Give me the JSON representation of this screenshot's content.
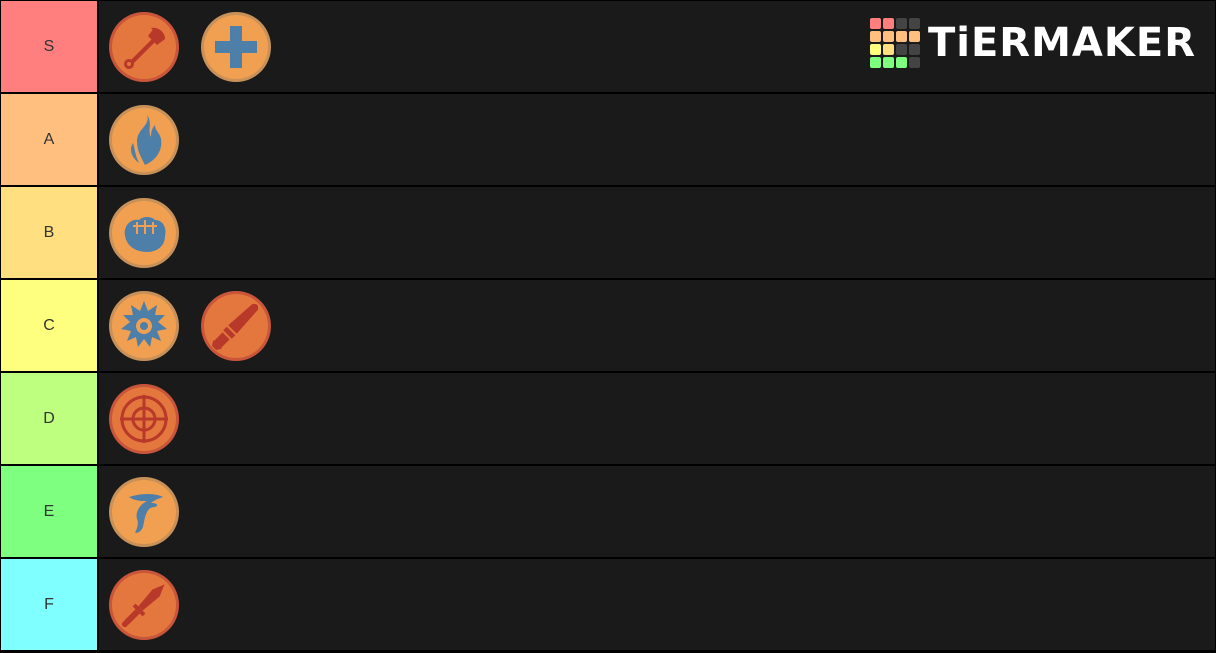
{
  "brand": {
    "name": "TiERMAKER",
    "grid_colors": [
      [
        "#ff7f7f",
        "#ff7f7f",
        "#444444",
        "#444444"
      ],
      [
        "#ffbf7f",
        "#ffbf7f",
        "#ffbf7f",
        "#ffbf7f"
      ],
      [
        "#ffff7f",
        "#ffdf7f",
        "#444444",
        "#444444"
      ],
      [
        "#7fff7f",
        "#7fff7f",
        "#7fff7f",
        "#444444"
      ]
    ]
  },
  "colors": {
    "orange_bg": "#f0a050",
    "orange_ring": "#c8915a",
    "red_bg": "#e3773d",
    "red_ring": "#c9553a",
    "blue_icon": "#4d7fa8",
    "red_icon": "#b8382a"
  },
  "tiers": [
    {
      "label": "S",
      "color": "#ff7f7f",
      "items": [
        {
          "name": "engineer-icon",
          "style": "red"
        },
        {
          "name": "medic-icon",
          "style": "orange"
        }
      ]
    },
    {
      "label": "A",
      "color": "#ffbf7f",
      "items": [
        {
          "name": "pyro-icon",
          "style": "orange"
        }
      ]
    },
    {
      "label": "B",
      "color": "#ffdf7f",
      "items": [
        {
          "name": "heavy-icon",
          "style": "orange"
        }
      ]
    },
    {
      "label": "C",
      "color": "#ffff7f",
      "items": [
        {
          "name": "demoman-icon",
          "style": "orange"
        },
        {
          "name": "soldier-icon",
          "style": "red"
        }
      ]
    },
    {
      "label": "D",
      "color": "#bfff7f",
      "items": [
        {
          "name": "sniper-icon",
          "style": "red"
        }
      ]
    },
    {
      "label": "E",
      "color": "#7fff7f",
      "items": [
        {
          "name": "scout-icon",
          "style": "orange"
        }
      ]
    },
    {
      "label": "F",
      "color": "#7fffff",
      "items": [
        {
          "name": "spy-icon",
          "style": "red"
        }
      ]
    }
  ]
}
